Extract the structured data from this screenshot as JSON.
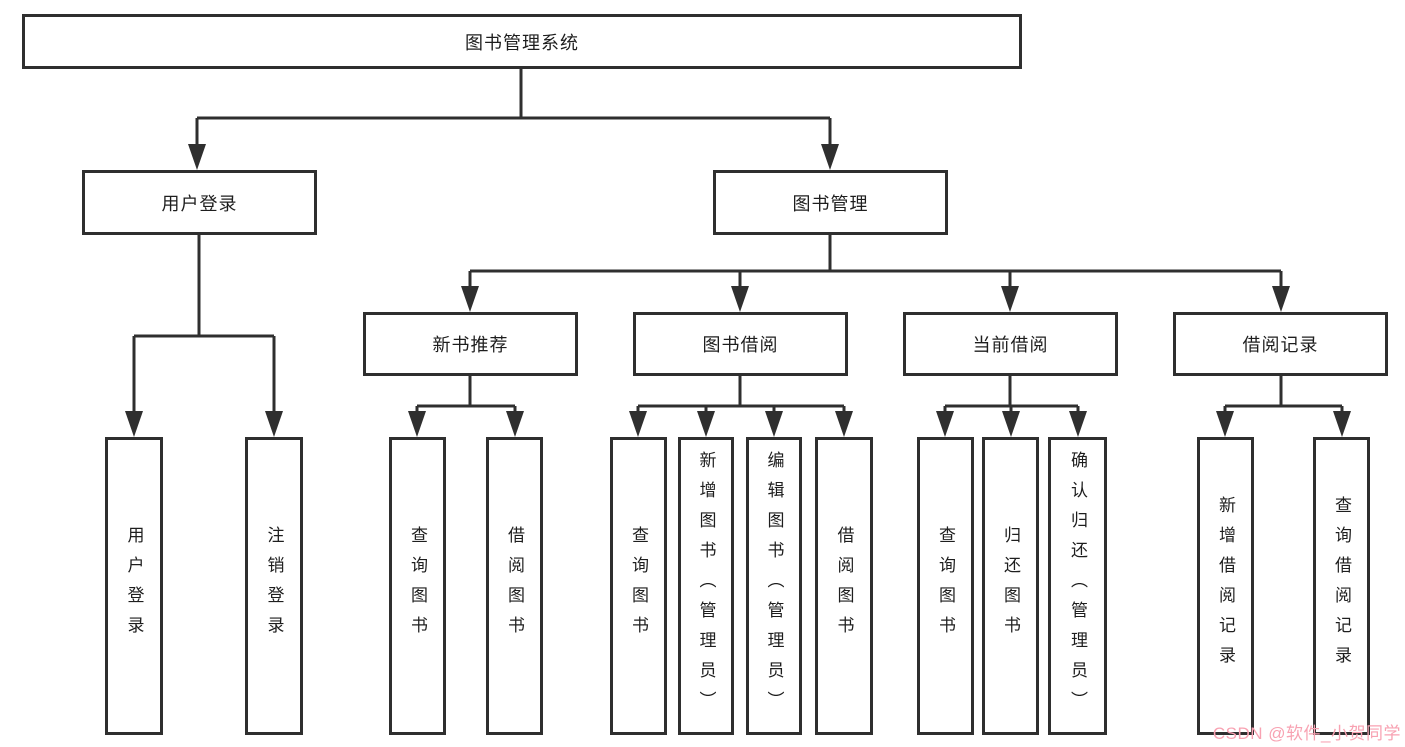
{
  "diagram": {
    "type": "hierarchy-tree",
    "orientation": "top-down",
    "tree": {
      "root": "图书管理系统",
      "children": [
        {
          "label": "用户登录",
          "children": [
            {
              "label": "用户登录"
            },
            {
              "label": "注销登录"
            }
          ]
        },
        {
          "label": "图书管理",
          "children": [
            {
              "label": "新书推荐",
              "children": [
                {
                  "label": "查询图书"
                },
                {
                  "label": "借阅图书"
                }
              ]
            },
            {
              "label": "图书借阅",
              "children": [
                {
                  "label": "查询图书"
                },
                {
                  "label": "新增图书（管理员）"
                },
                {
                  "label": "编辑图书（管理员）"
                },
                {
                  "label": "借阅图书"
                }
              ]
            },
            {
              "label": "当前借阅",
              "children": [
                {
                  "label": "查询图书"
                },
                {
                  "label": "归还图书"
                },
                {
                  "label": "确认归还（管理员）"
                }
              ]
            },
            {
              "label": "借阅记录",
              "children": [
                {
                  "label": "新增借阅记录"
                },
                {
                  "label": "查询借阅记录"
                }
              ]
            }
          ]
        }
      ]
    },
    "colors": {
      "line": "#2f2f2f",
      "box_border": "#2f2f2f",
      "text": "#1e1e1e",
      "background": "#ffffff",
      "watermark": "#f8a2b2"
    }
  },
  "watermark": {
    "text": "CSDN @软件_小贺同学"
  }
}
